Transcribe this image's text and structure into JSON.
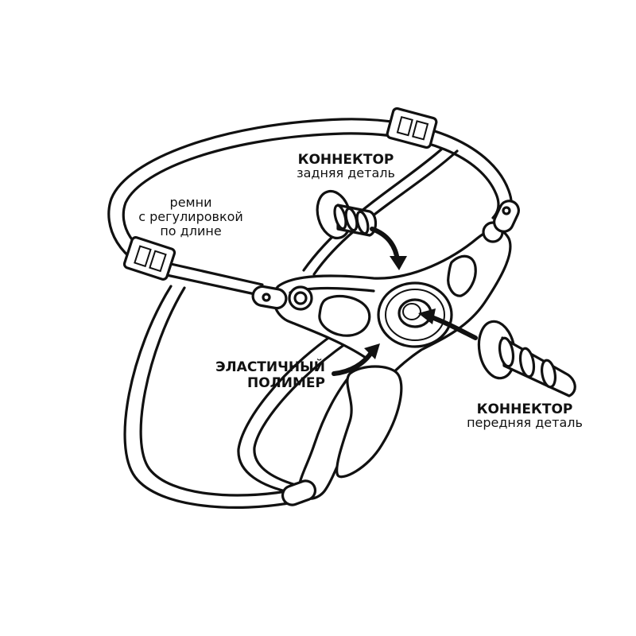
{
  "labels": {
    "connector_back_title": "КОННЕКТОР",
    "connector_back_sub": "задняя деталь",
    "straps_line1": "ремни",
    "straps_line2": "с регулировкой",
    "straps_line3": "по длине",
    "polymer_line1": "ЭЛАСТИЧНЫЙ",
    "polymer_line2": "ПОЛИМЕР",
    "connector_front_title": "КОННЕКТОР",
    "connector_front_sub": "передняя деталь"
  },
  "colors": {
    "ink": "#111111",
    "background": "#ffffff"
  },
  "icons": [
    "back-connector-icon",
    "front-connector-icon",
    "strap-buckle-icon",
    "arrow-icon"
  ]
}
